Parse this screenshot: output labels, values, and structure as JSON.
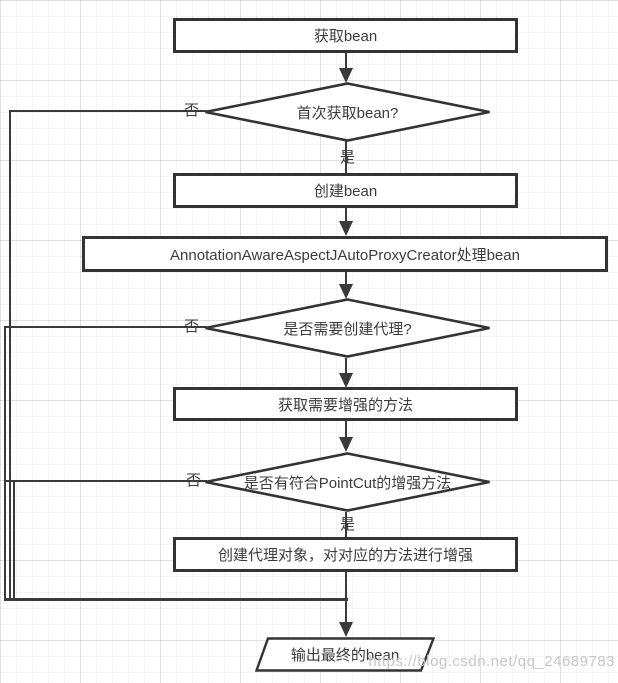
{
  "flowchart": {
    "nodes": {
      "get_bean": "获取bean",
      "first_get_bean": "首次获取bean?",
      "create_bean": "创建bean",
      "proxy_creator": "AnnotationAwareAspectJAutoProxyCreator处理bean",
      "need_proxy": "是否需要创建代理?",
      "get_enhance_methods": "获取需要增强的方法",
      "pointcut_match": "是否有符合PointCut的增强方法",
      "create_proxy_object": "创建代理对象，对对应的方法进行增强",
      "output_bean": "输出最终的bean"
    },
    "edge_labels": {
      "no": "否",
      "yes": "是"
    },
    "colors": {
      "line": "#3a3a3a",
      "node_fill": "#ffffff",
      "node_border": "#333333",
      "text": "#3c3c3c",
      "watermark": "#c6c6c6"
    }
  },
  "watermark": "https://blog.csdn.net/qq_24689783"
}
